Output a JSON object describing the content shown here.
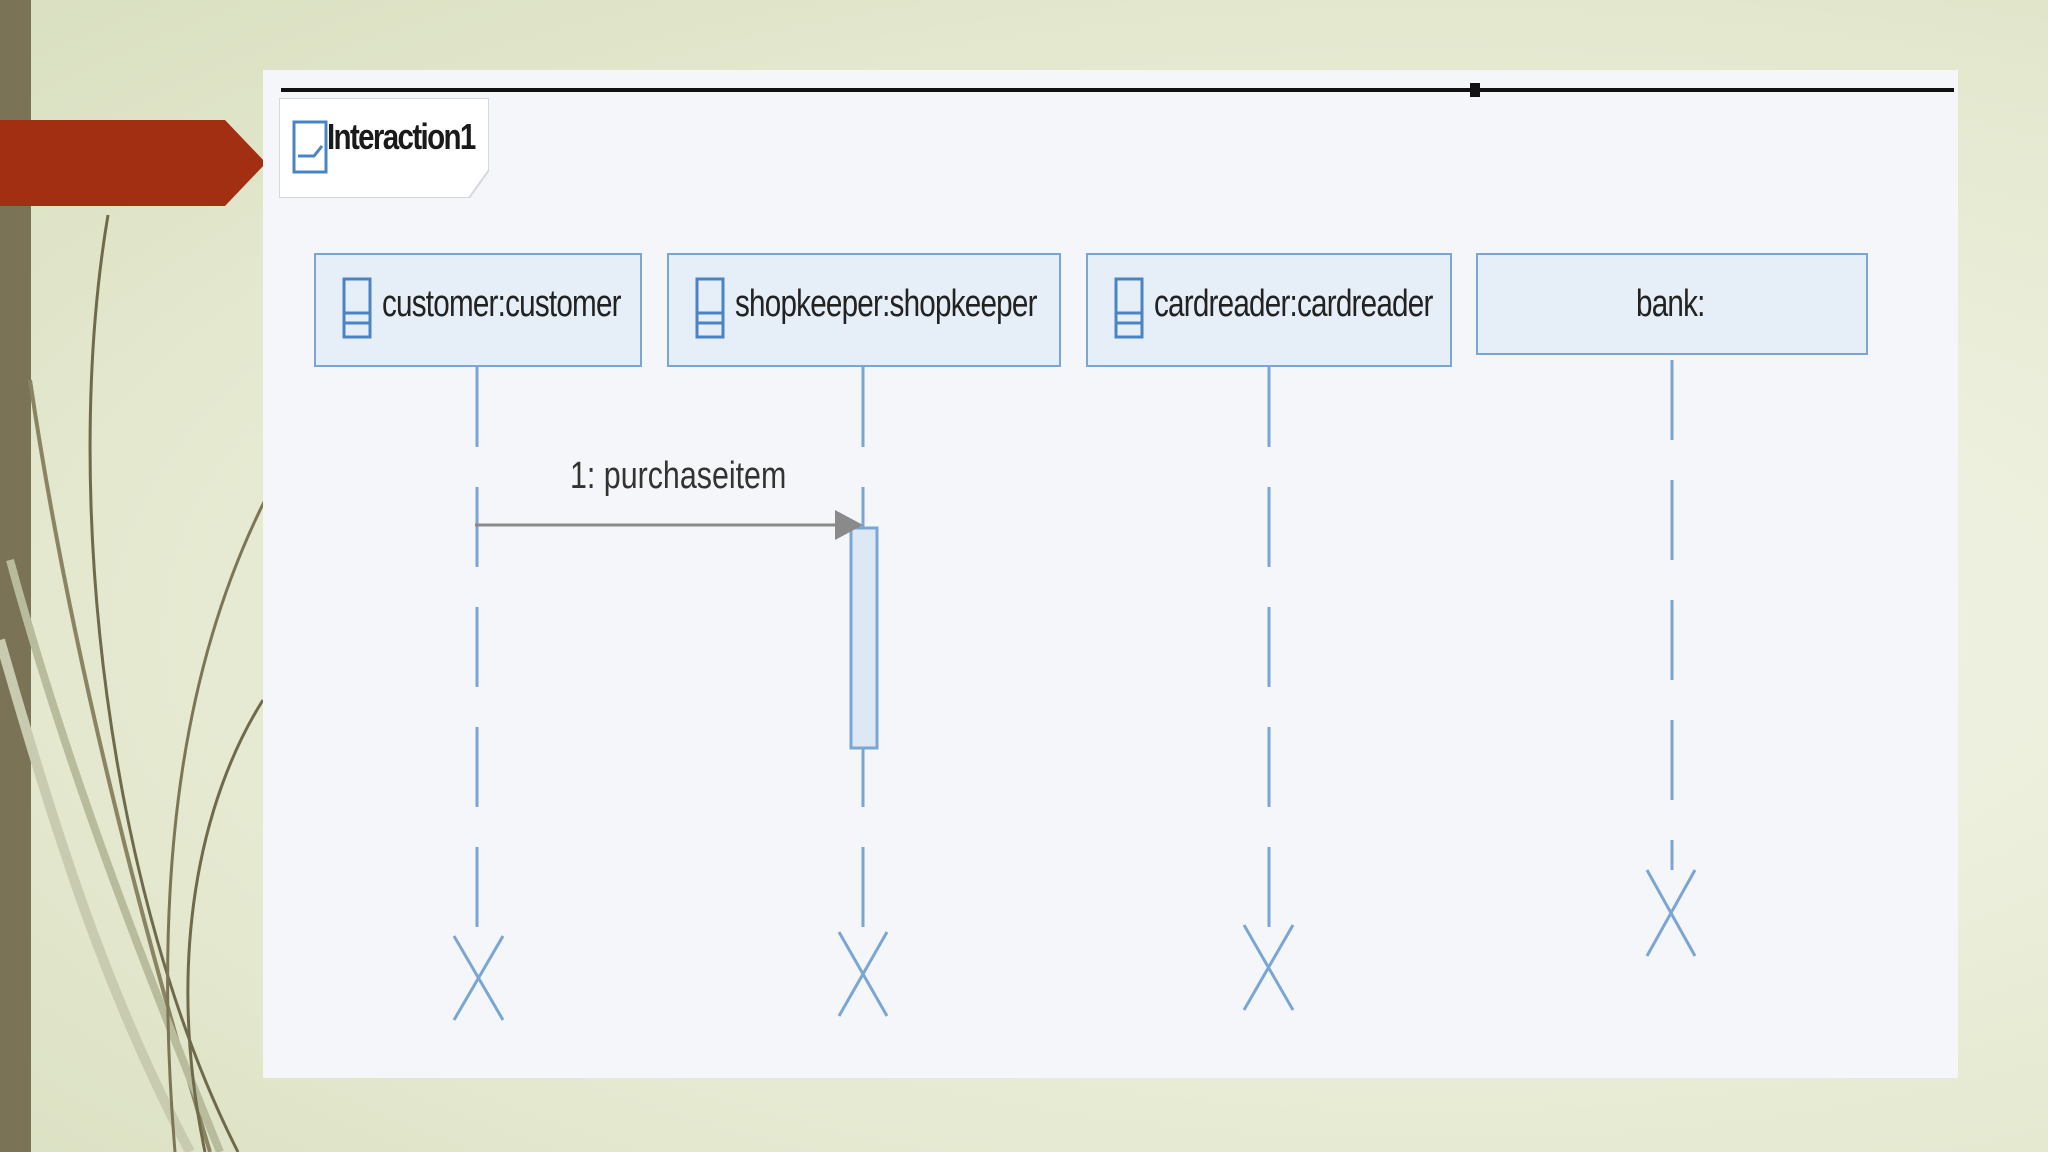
{
  "interaction": {
    "title": "Interaction1"
  },
  "lifelines": [
    {
      "label": "customer:customer"
    },
    {
      "label": "shopkeeper:shopkeeper"
    },
    {
      "label": "cardreader:cardreader"
    },
    {
      "label": "bank:"
    }
  ],
  "messages": [
    {
      "label": "1: purchaseitem",
      "from": "customer:customer",
      "to": "shopkeeper:shopkeeper"
    }
  ],
  "colors": {
    "accent_red": "#a32f12",
    "lifeline_blue": "#7aa6d4",
    "head_fill": "#e6eef7",
    "slide_bar": "#7a7356"
  }
}
